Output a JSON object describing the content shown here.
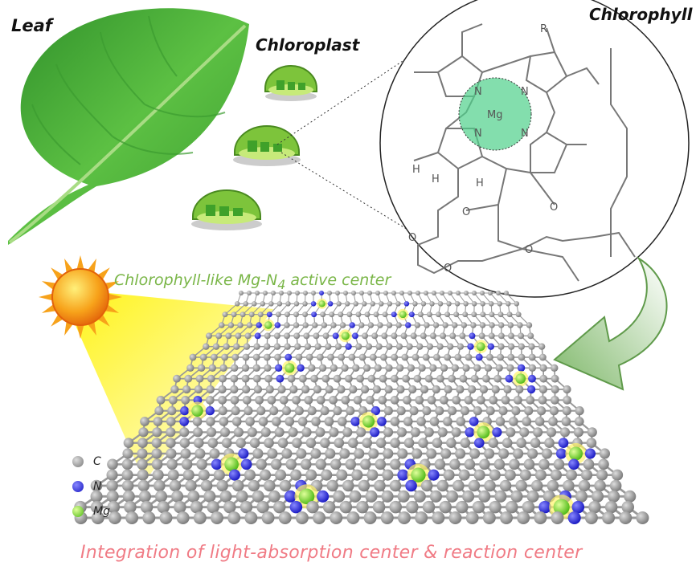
{
  "labels": {
    "leaf": "Leaf",
    "chloroplast": "Chloroplast",
    "chlorophyll": "Chlorophyll",
    "center_prefix": "Chlorophyll-like Mg-N",
    "center_sub": "4",
    "center_suffix": " active center",
    "bottom": "Integration of light-absorption center & reaction center"
  },
  "molecule": {
    "r_group": "R",
    "nitrogen": "N",
    "magnesium": "Mg",
    "hydrogen": "H",
    "oxygen": "O"
  },
  "legend": [
    {
      "label": "C",
      "color": "#8c8c8c"
    },
    {
      "label": "N",
      "color": "#3030e0"
    },
    {
      "label": "Mg",
      "color": "#7be02a"
    }
  ],
  "colors": {
    "leaf": "#4caf3a",
    "center_text": "#7ab648",
    "bottom_text": "#f07b85",
    "mg_highlight": "#4fd08a"
  }
}
